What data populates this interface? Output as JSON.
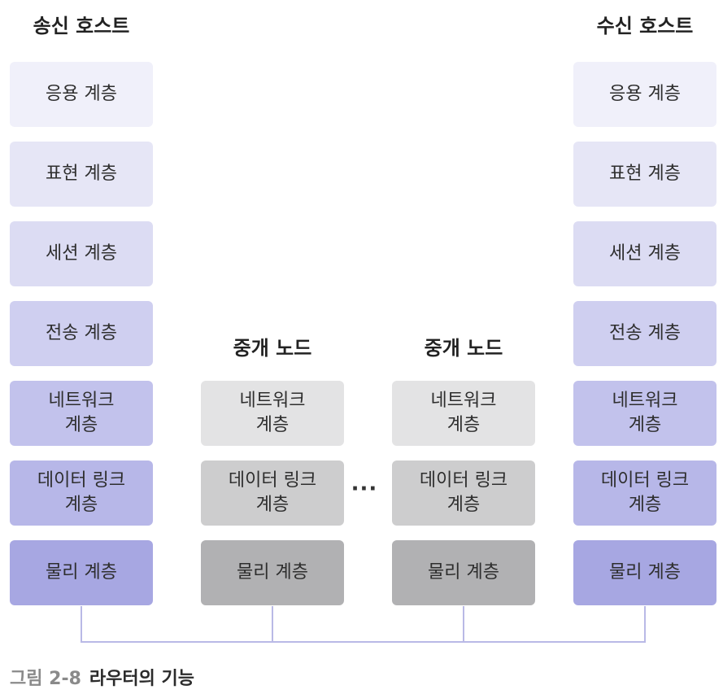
{
  "sender": {
    "title": "송신 호스트",
    "layers": [
      "응용 계층",
      "표현 계층",
      "세션 계층",
      "전송 계층",
      "네트워크\n계층",
      "데이터 링크\n계층",
      "물리 계층"
    ]
  },
  "relay_left": {
    "title": "중개 노드",
    "layers": [
      "네트워크\n계층",
      "데이터 링크\n계층",
      "물리 계층"
    ]
  },
  "relay_right": {
    "title": "중개 노드",
    "layers": [
      "네트워크\n계층",
      "데이터 링크\n계층",
      "물리 계층"
    ]
  },
  "receiver": {
    "title": "수신 호스트",
    "layers": [
      "응용 계층",
      "표현 계층",
      "세션 계층",
      "전송 계층",
      "네트워크\n계층",
      "데이터 링크\n계층",
      "물리 계층"
    ]
  },
  "ellipsis": "···",
  "caption": {
    "number": "그림 2-8",
    "text": "라우터의 기능"
  },
  "colors": {
    "connector": "#b9b9e6"
  }
}
